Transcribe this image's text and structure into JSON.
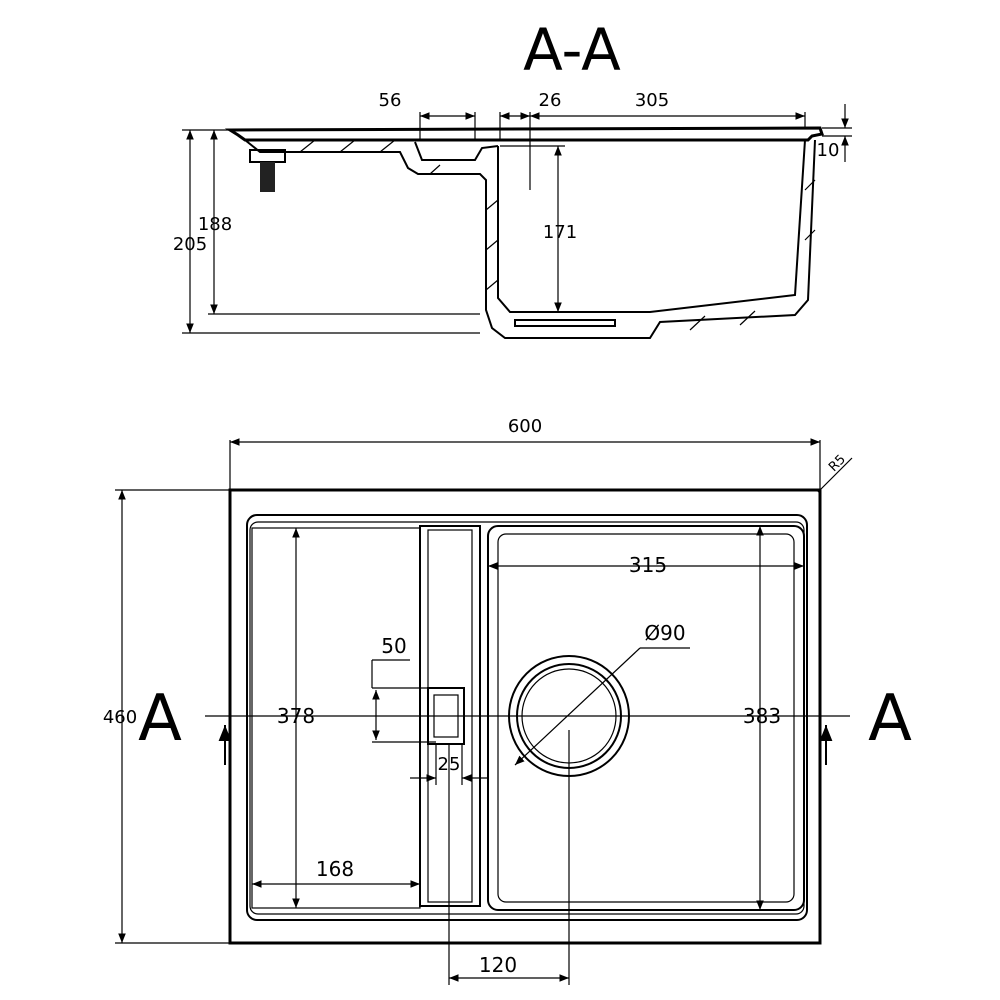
{
  "section_title": "A-A",
  "section_view": {
    "dim_drainboard_groove": "56",
    "dim_gap": "26",
    "dim_bowl_top": "305",
    "dim_rim": "10",
    "dim_drainboard_depth": "188",
    "dim_overall_depth": "205",
    "dim_bowl_depth": "171"
  },
  "plan_view": {
    "dim_width": "600",
    "dim_corner_radius": "R5",
    "dim_height": "460",
    "dim_drainboard_length": "378",
    "dim_bowl_width": "315",
    "dim_drain_diameter": "Ø90",
    "dim_bowl_length": "383",
    "dim_overflow_width": "50",
    "dim_overflow_depth": "25",
    "dim_drainboard_width": "168",
    "dim_drain_offset": "120",
    "section_mark_left": "A",
    "section_mark_right": "A"
  }
}
